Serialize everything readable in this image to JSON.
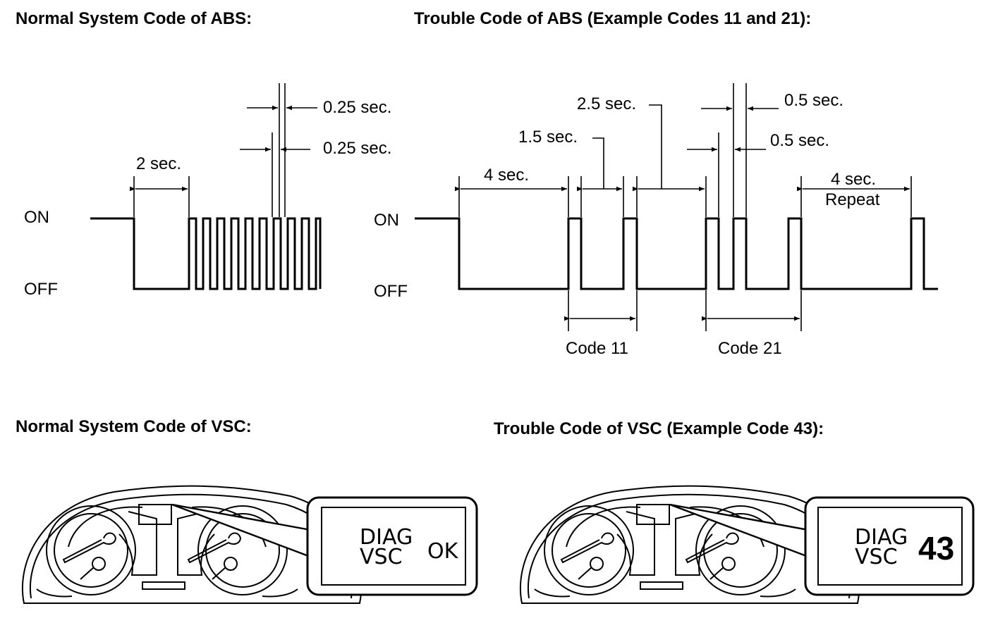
{
  "headings": {
    "abs_normal": "Normal System Code of ABS:",
    "abs_trouble": "Trouble Code of ABS (Example Codes 11 and 21):",
    "vsc_normal": "Normal System Code of VSC:",
    "vsc_trouble": "Trouble Code of VSC (Example Code 43):"
  },
  "abs_normal": {
    "on_label": "ON",
    "off_label": "OFF",
    "dim_2s": "2 sec.",
    "dim_on": "0.25 sec.",
    "dim_off": "0.25 sec."
  },
  "abs_trouble": {
    "on_label": "ON",
    "off_label": "OFF",
    "dim_4s": "4 sec.",
    "dim_1_5s": "1.5 sec.",
    "dim_2_5s": "2.5 sec.",
    "dim_0_5s_a": "0.5 sec.",
    "dim_0_5s_b": "0.5 sec.",
    "dim_repeat_time": "4 sec.",
    "dim_repeat_label": "Repeat",
    "code11": "Code 11",
    "code21": "Code 21"
  },
  "vsc_normal": {
    "line1": "DIAG",
    "line2": "VSC",
    "value": "OK"
  },
  "vsc_trouble": {
    "line1": "DIAG",
    "line2": "VSC",
    "value": "43"
  }
}
